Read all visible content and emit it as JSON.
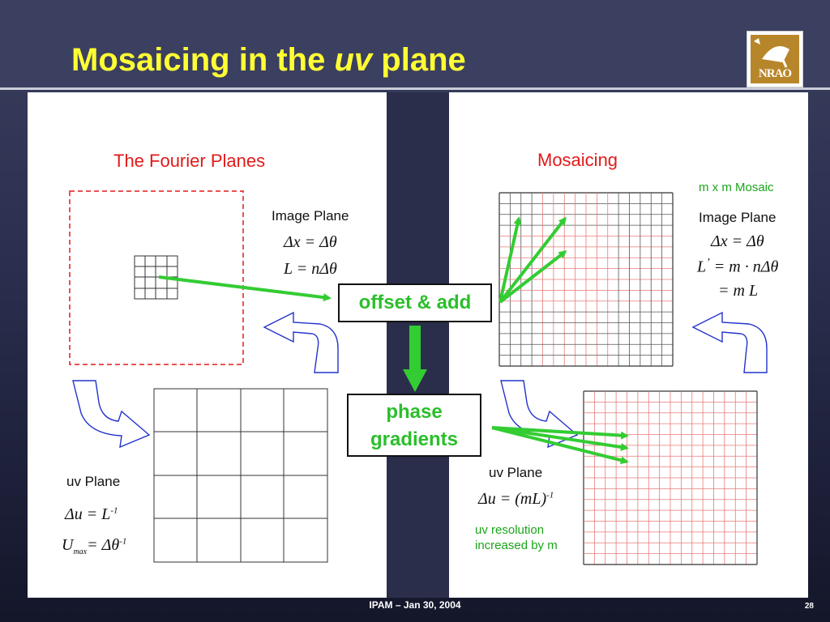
{
  "slide": {
    "title_prefix": "Mosaicing in the ",
    "title_em": "uv",
    "title_suffix": " plane",
    "logo_text": "NRAO",
    "footer": "IPAM – Jan 30, 2004",
    "page_number": "28"
  },
  "left": {
    "heading": "The Fourier Planes",
    "image_plane_label": "Image Plane",
    "image_eq1": "Δx = Δθ",
    "image_eq2": "L = nΔθ",
    "uv_plane_label": "uv Plane",
    "uv_eq1": "Δu = L",
    "uv_eq1_sup": "-1",
    "uv_eq2_main": "U",
    "uv_eq2_sub": "max",
    "uv_eq2_rest": "= Δθ",
    "uv_eq2_sup": "-1"
  },
  "center": {
    "offset_add": "offset & add",
    "phase_gradients_line1": "phase",
    "phase_gradients_line2": "gradients"
  },
  "right": {
    "heading": "Mosaicing",
    "mosaic_note": "m x m Mosaic",
    "image_plane_label": "Image Plane",
    "image_eq1": "Δx = Δθ",
    "image_eq2_lhs": "L",
    "image_eq2_prime": "’",
    "image_eq2_rhs": "= m · nΔθ",
    "image_eq3": "= m L",
    "uv_plane_label": "uv Plane",
    "uv_eq": "Δu = (mL)",
    "uv_eq_sup": "-1",
    "note_line1": "uv resolution",
    "note_line2": "increased by m"
  },
  "colors": {
    "title": "#ffff33",
    "red": "#e01a1a",
    "green": "#2bbf2b",
    "blue_arrow": "#2233cc"
  }
}
